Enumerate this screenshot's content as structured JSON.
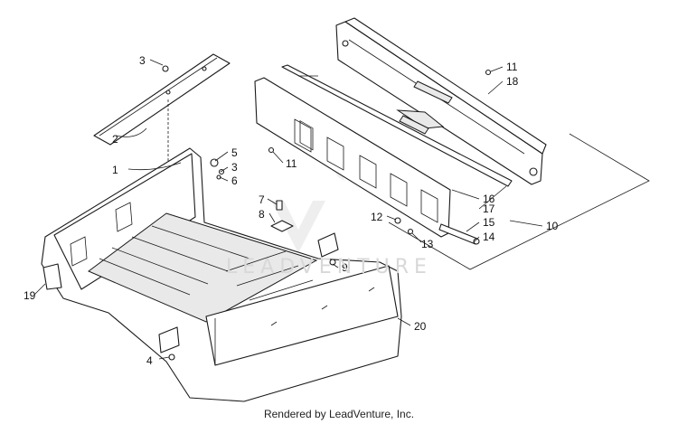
{
  "diagram": {
    "footer_text": "Rendered by LeadVenture, Inc.",
    "watermark_text": "LEADVENTURE",
    "callouts": [
      "1",
      "2",
      "3",
      "3",
      "4",
      "5",
      "6",
      "7",
      "8",
      "9",
      "10",
      "11",
      "11",
      "12",
      "13",
      "14",
      "15",
      "16",
      "17",
      "18",
      "19",
      "20"
    ]
  }
}
